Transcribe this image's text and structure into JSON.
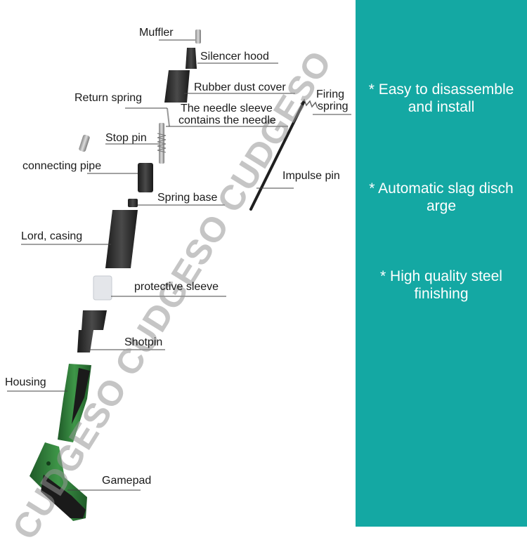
{
  "labels": {
    "muffler": "Muffler",
    "silencer_hood": "Silencer hood",
    "rubber_dust_cover": "Rubber dust cover",
    "return_spring": "Return spring",
    "needle_sleeve_line1": "The needle sleeve",
    "needle_sleeve_line2": "contains the needle",
    "firing_spring_line1": "Firing",
    "firing_spring_line2": "spring",
    "stop_pin": "Stop pin",
    "connecting_pipe": "connecting pipe",
    "impulse_pin": "Impulse pin",
    "spring_base": "Spring base",
    "lord_casing": "Lord, casing",
    "protective_sleeve": "protective sleeve",
    "shotpin": "Shotpin",
    "housing": "Housing",
    "gamepad": "Gamepad"
  },
  "features": [
    {
      "line1": "* Easy to disassemble",
      "line2": "and install"
    },
    {
      "line1": "* Automatic slag disch",
      "line2": "arge"
    },
    {
      "line1": "* High quality steel",
      "line2": "finishing"
    }
  ],
  "watermark": "CUDGESO CUDGESO CUDGESO",
  "colors": {
    "panel": "#14a8a3",
    "part_dark": "#2a2a2a",
    "housing_green": "#2f7a3a",
    "handle_green": "#3c8f3f",
    "sleeve": "#e4e6ea"
  }
}
